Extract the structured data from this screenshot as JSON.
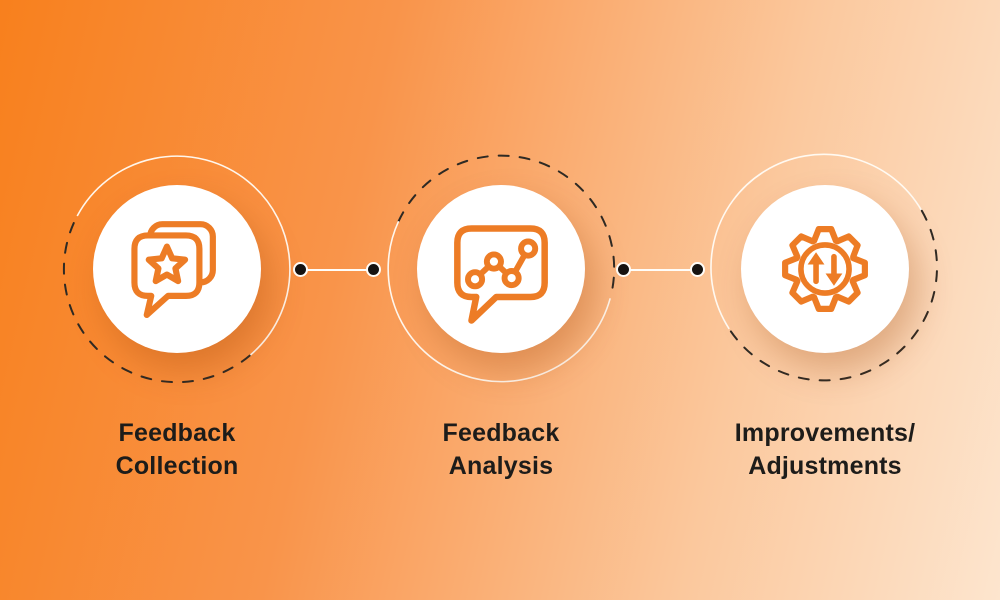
{
  "diagram": {
    "type": "process-flow",
    "background_gradient": [
      "#F8801D",
      "#FDE5CE"
    ],
    "accent_color": "#ED7C25",
    "text_color": "#1D1C1A",
    "connector": {
      "line_color": "#FFFFFF",
      "dot_color": "#161311"
    },
    "steps": [
      {
        "id": 1,
        "icon": "chat-star-icon",
        "line1": "Feedback",
        "line2": "Collection"
      },
      {
        "id": 2,
        "icon": "chart-bubble-icon",
        "line1": "Feedback",
        "line2": "Analysis"
      },
      {
        "id": 3,
        "icon": "gear-arrows-icon",
        "line1": "Improvements/",
        "line2": "Adjustments"
      }
    ]
  }
}
